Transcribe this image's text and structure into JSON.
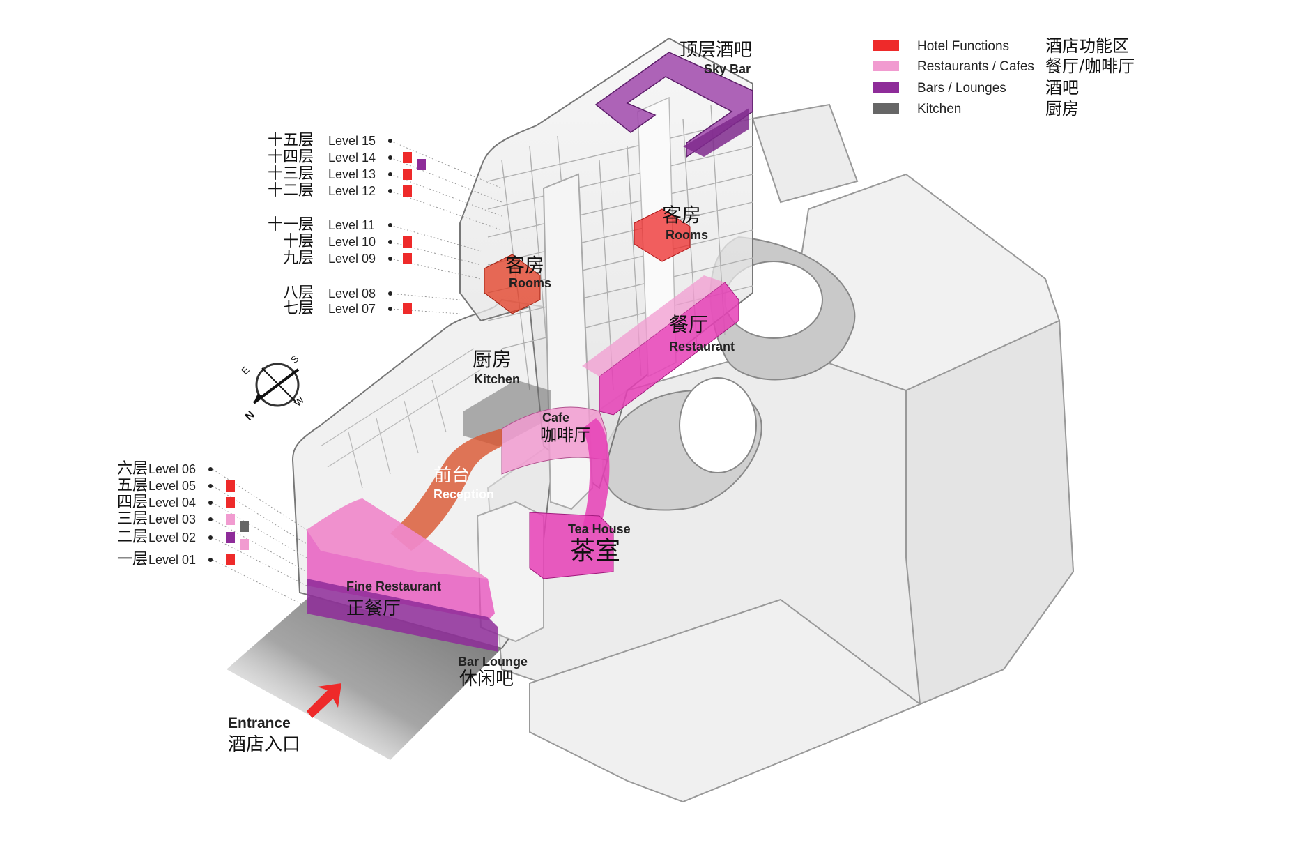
{
  "legend": [
    {
      "en": "Hotel Functions",
      "cn": "酒店功能区",
      "color": "#ee2a2a"
    },
    {
      "en": "Restaurants / Cafes",
      "cn": "餐厅/咖啡厅",
      "color": "#f19bd0"
    },
    {
      "en": "Bars / Lounges",
      "cn": "酒吧",
      "color": "#8e2c99"
    },
    {
      "en": "Kitchen",
      "cn": "厨房",
      "color": "#666666"
    }
  ],
  "upper_levels": [
    {
      "cn": "十五层",
      "en": "Level 15",
      "swatches": []
    },
    {
      "cn": "十四层",
      "en": "Level 14",
      "swatches": [
        "#ee2a2a",
        "#8e2c99"
      ]
    },
    {
      "cn": "十三层",
      "en": "Level 13",
      "swatches": [
        "#ee2a2a"
      ]
    },
    {
      "cn": "十二层",
      "en": "Level 12",
      "swatches": [
        "#ee2a2a"
      ]
    },
    {
      "cn": "十一层",
      "en": "Level 11",
      "swatches": []
    },
    {
      "cn": "十层",
      "en": "Level 10",
      "swatches": [
        "#ee2a2a"
      ]
    },
    {
      "cn": "九层",
      "en": "Level 09",
      "swatches": [
        "#ee2a2a"
      ]
    },
    {
      "cn": "八层",
      "en": "Level 08",
      "swatches": []
    },
    {
      "cn": "七层",
      "en": "Level 07",
      "swatches": [
        "#ee2a2a"
      ]
    }
  ],
  "lower_levels": [
    {
      "cn": "六层",
      "en": "Level 06",
      "swatches": []
    },
    {
      "cn": "五层",
      "en": "Level 05",
      "swatches": [
        "#ee2a2a"
      ]
    },
    {
      "cn": "四层",
      "en": "Level 04",
      "swatches": [
        "#ee2a2a"
      ]
    },
    {
      "cn": "三层",
      "en": "Level 03",
      "swatches": [
        "#f19bd0",
        "#666666"
      ]
    },
    {
      "cn": "二层",
      "en": "Level 02",
      "swatches": [
        "#8e2c99",
        "#f19bd0"
      ]
    },
    {
      "cn": "一层",
      "en": "Level 01",
      "swatches": [
        "#ee2a2a"
      ]
    }
  ],
  "labels": {
    "sky_bar_cn": "顶层酒吧",
    "sky_bar_en": "Sky Bar",
    "rooms_upper_cn": "客房",
    "rooms_upper_en": "Rooms",
    "rooms_lower_cn": "客房",
    "rooms_lower_en": "Rooms",
    "restaurant_cn": "餐厅",
    "restaurant_en": "Restaurant",
    "kitchen_cn": "厨房",
    "kitchen_en": "Kitchen",
    "cafe_en": "Cafe",
    "cafe_cn": "咖啡厅",
    "reception_cn": "前台",
    "reception_en": "Reception",
    "tea_house_en": "Tea House",
    "tea_house_cn": "茶室",
    "fine_restaurant_en": "Fine Restaurant",
    "fine_restaurant_cn": "正餐厅",
    "bar_lounge_en": "Bar Lounge",
    "bar_lounge_cn": "休闲吧",
    "entrance_en": "Entrance",
    "entrance_cn": "酒店入口"
  },
  "compass": {
    "n": "N",
    "s": "S",
    "e": "E",
    "w": "W"
  },
  "colors": {
    "hotel": "#ee2a2a",
    "restaurant": "#f19bd0",
    "bar": "#8e2c99",
    "kitchen": "#666666",
    "magenta": "#e63fb6",
    "building": "#e9e9e9"
  }
}
